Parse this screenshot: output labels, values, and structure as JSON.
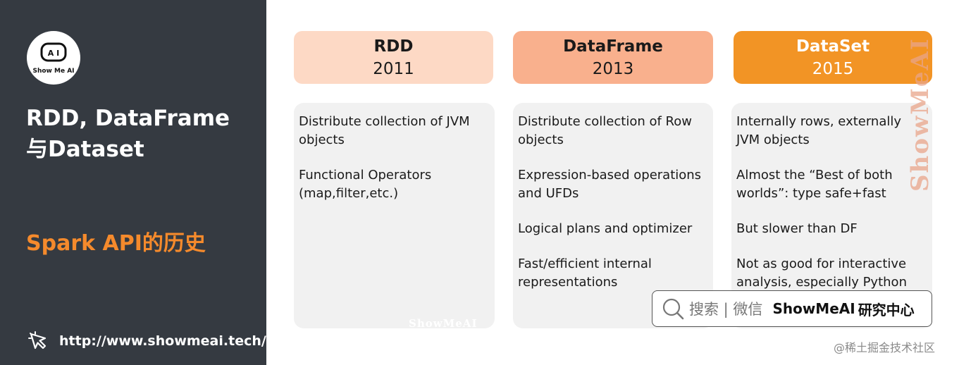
{
  "sidebar": {
    "logo_text": "Show Me AI",
    "title_line1": "RDD, DataFrame",
    "title_line2": "与Dataset",
    "subtitle": "Spark API的历史",
    "link": "http://www.showmeai.tech/"
  },
  "columns": [
    {
      "name": "RDD",
      "year": "2011",
      "points": [
        "Distribute collection of JVM objects",
        "Functional Operators (map,filter,etc.)"
      ]
    },
    {
      "name": "DataFrame",
      "year": "2013",
      "points": [
        "Distribute collection of Row objects",
        "Expression-based operations and UFDs",
        "Logical plans and optimizer",
        "Fast/efficient internal representations"
      ]
    },
    {
      "name": "DataSet",
      "year": "2015",
      "points": [
        "Internally rows, externally JVM objects",
        "Almost the “Best of both worlds”: type safe+fast",
        "But slower than DF",
        "Not as good for interactive analysis, especially Python"
      ]
    }
  ],
  "watermarks": {
    "vertical": "ShowMeAI",
    "inline": "ShowMeAI",
    "search_prefix": "搜索 | 微信",
    "search_brand": "ShowMeAI",
    "search_brand_cn": "研究中心",
    "footer": "@稀土掘金技术社区"
  },
  "colors": {
    "sidebar_bg": "#353a41",
    "accent_orange": "#f58a2c",
    "rdd_header": "#fdd9c5",
    "dataframe_header": "#f9b08d",
    "dataset_header": "#f29425",
    "card_bg": "#f1f1f1"
  }
}
